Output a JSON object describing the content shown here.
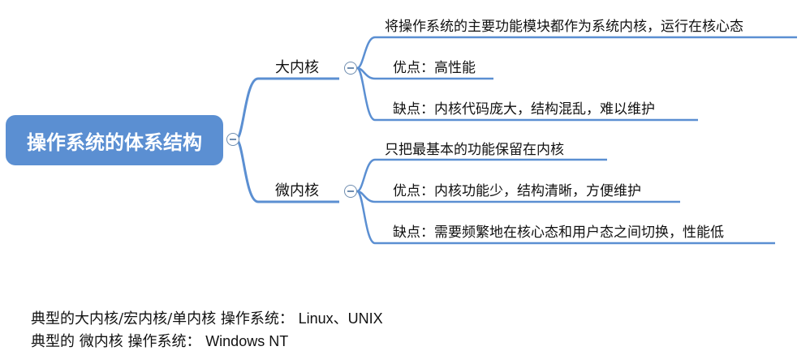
{
  "root": {
    "label": "操作系统的体系结构"
  },
  "branches": [
    {
      "label": "大内核",
      "leaves": [
        "将操作系统的主要功能模块都作为系统内核，运行在核心态",
        "优点：高性能",
        "缺点：内核代码庞大，结构混乱，难以维护"
      ]
    },
    {
      "label": "微内核",
      "leaves": [
        "只把最基本的功能保留在内核",
        "优点：内核功能少，结构清晰，方便维护",
        "缺点：需要频繁地在核心态和用户态之间切换，性能低"
      ]
    }
  ],
  "notes": [
    {
      "prefix": "典型的大内核/宏内核/单内核 操作系统：",
      "value": "Linux、UNIX"
    },
    {
      "prefix": "典型的 微内核 操作系统：",
      "value": "Windows NT"
    }
  ],
  "colors": {
    "root_fill": "#5b8fd2",
    "connector": "#5b8fd2",
    "collapse_icon": "#6f8daf"
  }
}
